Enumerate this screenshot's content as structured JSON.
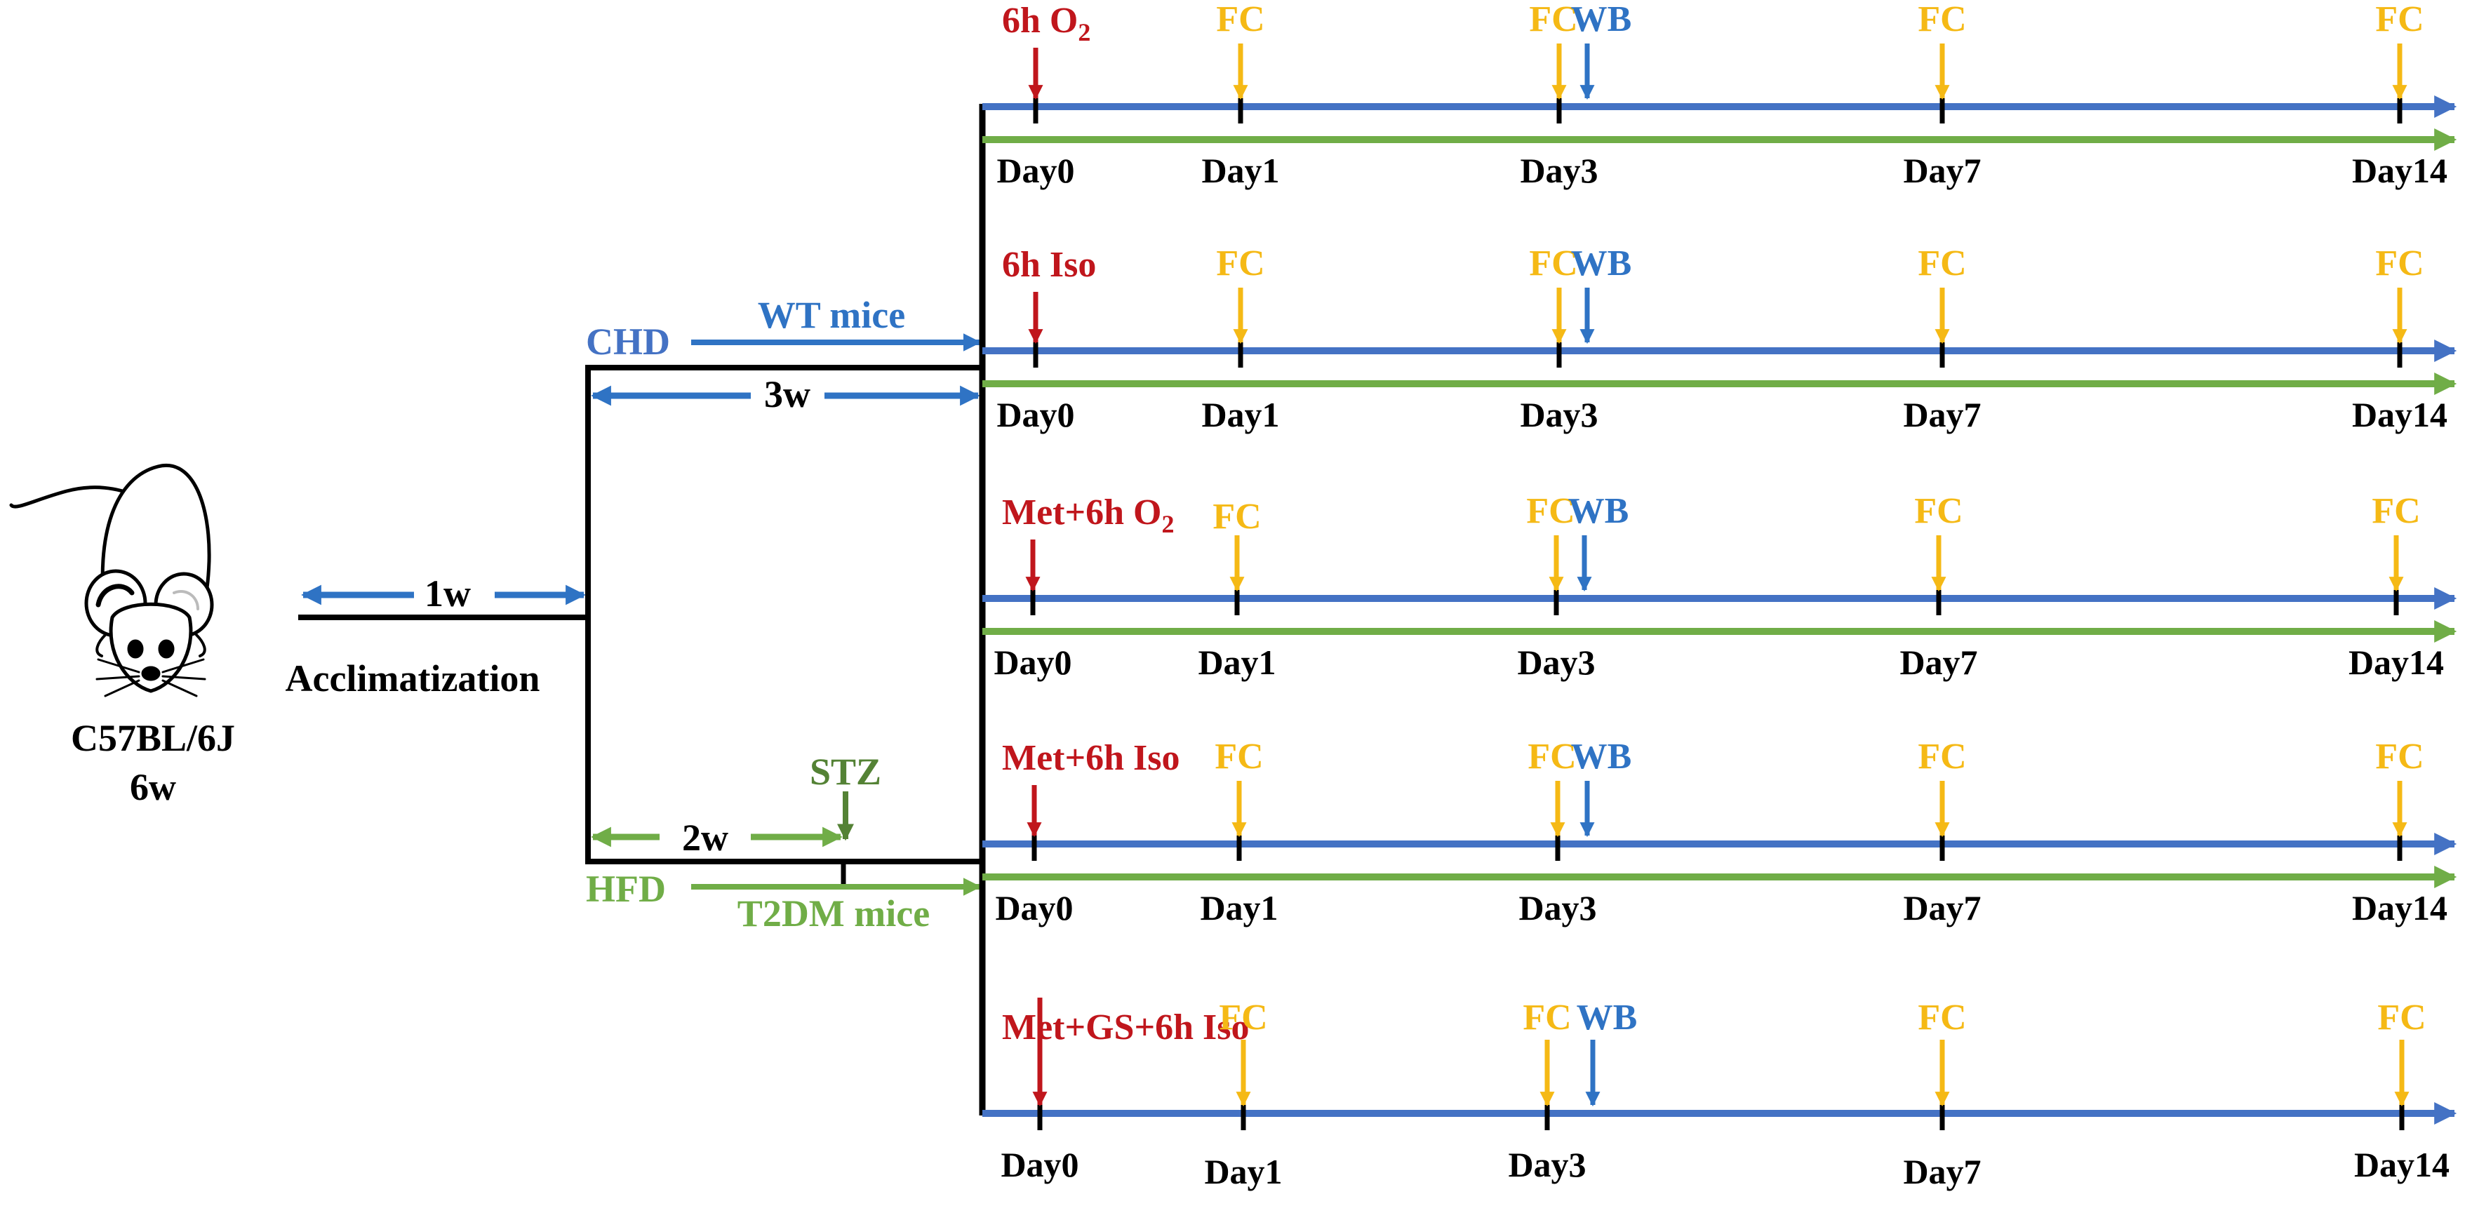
{
  "colors": {
    "black": "#000000",
    "blue_arrow": "#2f73c4",
    "blue_line": "#4472c4",
    "green": "#70ad47",
    "dark_green": "#548235",
    "red": "#c0161c",
    "fc_yellow": "#f5b915"
  },
  "mouse": {
    "icon": "mouse-icon",
    "strain": "C57BL/6J",
    "age": "6w"
  },
  "acclimatization": {
    "duration": "1w",
    "label": "Acclimatization"
  },
  "chd": {
    "diet": "CHD",
    "mice": "WT mice",
    "duration": "3w"
  },
  "hfd": {
    "diet": "HFD",
    "mice": "T2DM mice",
    "duration": "2w",
    "injection": "STZ"
  },
  "timelines": [
    {
      "treatment": "6h O",
      "treatment_sub": "2",
      "fc": [
        "FC",
        "FC",
        "FC",
        "FC"
      ],
      "wb": "WB",
      "days": [
        "Day0",
        "Day1",
        "Day3",
        "Day7",
        "Day14"
      ]
    },
    {
      "treatment": "6h Iso",
      "treatment_sub": "",
      "fc": [
        "FC",
        "FC",
        "FC",
        "FC"
      ],
      "wb": "WB",
      "days": [
        "Day0",
        "Day1",
        "Day3",
        "Day7",
        "Day14"
      ]
    },
    {
      "treatment": "Met+6h O",
      "treatment_sub": "2",
      "fc": [
        "FC",
        "FC",
        "FC",
        "FC"
      ],
      "wb": "WB",
      "days": [
        "Day0",
        "Day1",
        "Day3",
        "Day7",
        "Day14"
      ]
    },
    {
      "treatment": "Met+6h Iso",
      "treatment_sub": "",
      "fc": [
        "FC",
        "FC",
        "FC",
        "FC"
      ],
      "wb": "WB",
      "days": [
        "Day0",
        "Day1",
        "Day3",
        "Day7",
        "Day14"
      ]
    },
    {
      "treatment": "Met+GS+6h Iso",
      "treatment_sub": "",
      "fc": [
        "FC",
        "FC",
        "FC",
        "FC"
      ],
      "wb": "WB",
      "days": [
        "Day0",
        "Day1",
        "Day3",
        "Day7",
        "Day14"
      ]
    }
  ]
}
